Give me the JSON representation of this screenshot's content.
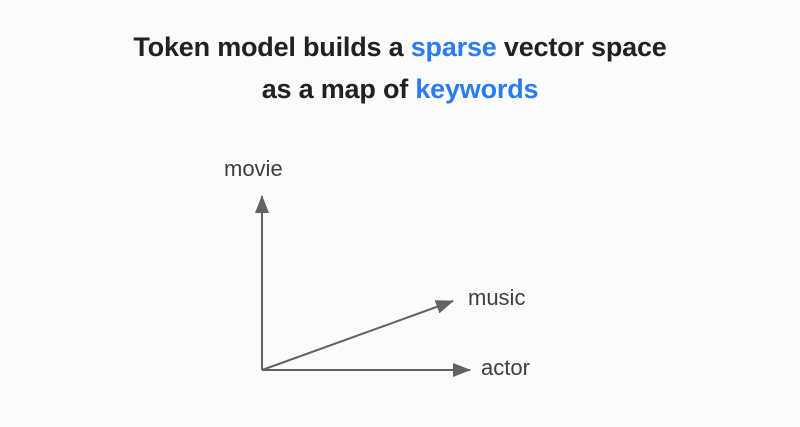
{
  "background_color": "#fbfbfb",
  "accent_color": "#2b7cf0",
  "text_color": "#202124",
  "axis_color": "#5f6368",
  "label_color": "#3c4043",
  "title": {
    "line1": {
      "part1": "Token model builds a ",
      "highlight1": "sparse",
      "part2": " vector space"
    },
    "line2": {
      "part1": "as a map of ",
      "highlight1": "keywords"
    }
  },
  "chart_data": {
    "type": "diagram",
    "title": "Token model builds a sparse vector space as a map of keywords",
    "description": "Three arrows radiating from a common origin representing orthogonal keyword dimensions in a sparse vector space",
    "origin": [
      262,
      370
    ],
    "axes": [
      {
        "name": "movie",
        "label": "movie",
        "from": [
          262,
          370
        ],
        "to": [
          262,
          193
        ],
        "direction": "up",
        "label_position": "above-arrow-tip"
      },
      {
        "name": "music",
        "label": "music",
        "from": [
          262,
          370
        ],
        "to": [
          456,
          300
        ],
        "direction": "diagonal-up-right",
        "label_position": "right-of-arrow-tip"
      },
      {
        "name": "actor",
        "label": "actor",
        "from": [
          262,
          370
        ],
        "to": [
          473,
          370
        ],
        "direction": "right",
        "label_position": "right-of-arrow-tip"
      }
    ],
    "legend": "none",
    "grid": false
  }
}
